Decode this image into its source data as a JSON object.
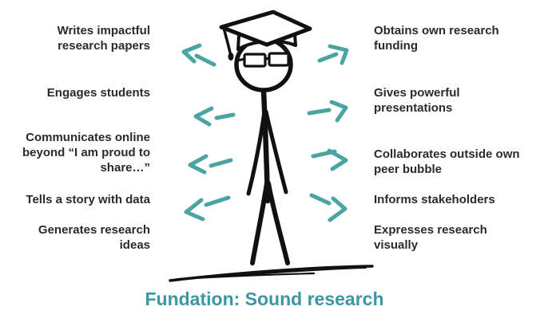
{
  "title": {
    "text": "Fundation: Sound research"
  },
  "colors": {
    "arrow_teal": "#4aa5a2",
    "title_teal": "#3b97a1",
    "label_text": "#2b2b2b",
    "figure_ink": "#111111",
    "background": "#ffffff"
  },
  "icons": {
    "figure": "graduate-stick-figure",
    "left_arrow": "hand-drawn-arrow-left",
    "right_arrow": "hand-drawn-arrow-right"
  },
  "left_items": [
    {
      "text": "Writes impactful research papers",
      "lines": [
        "Writes impactful",
        "research papers"
      ]
    },
    {
      "text": "Engages students",
      "lines": [
        "Engages students"
      ]
    },
    {
      "text": "Communicates online beyond “I am proud to share…”",
      "lines": [
        "Communicates online",
        "beyond “I am proud to",
        "share…”"
      ]
    },
    {
      "text": "Tells a story with data",
      "lines": [
        "Tells a story with data"
      ]
    },
    {
      "text": "Generates research ideas",
      "lines": [
        "Generates research",
        "ideas"
      ]
    }
  ],
  "right_items": [
    {
      "text": "Obtains own research funding",
      "lines": [
        "Obtains own research",
        "funding"
      ]
    },
    {
      "text": "Gives powerful presentations",
      "lines": [
        "Gives powerful",
        "presentations"
      ]
    },
    {
      "text": "Collaborates outside own peer bubble",
      "lines": [
        "Collaborates outside own",
        "peer bubble"
      ]
    },
    {
      "text": "Informs stakeholders",
      "lines": [
        "Informs stakeholders"
      ]
    },
    {
      "text": "Expresses research visually",
      "lines": [
        "Expresses research",
        "visually"
      ]
    }
  ]
}
